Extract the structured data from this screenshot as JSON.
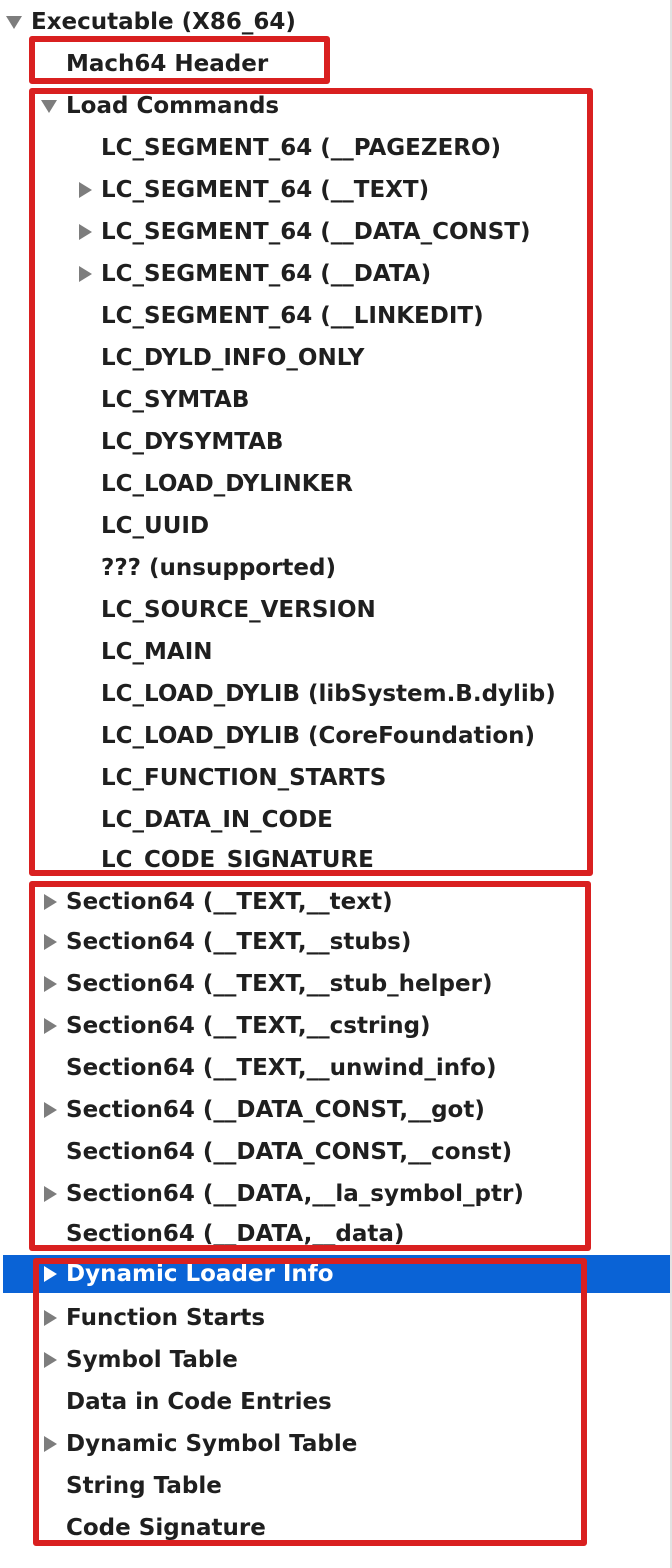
{
  "outline": {
    "root": {
      "label": "Executable  (X86_64)",
      "expanded": true
    },
    "items": [
      {
        "label": "Mach64 Header"
      },
      {
        "label": "Load Commands",
        "expanded": true
      },
      {
        "label": "LC_SEGMENT_64 (__PAGEZERO)"
      },
      {
        "label": "LC_SEGMENT_64 (__TEXT)",
        "expanded": false
      },
      {
        "label": "LC_SEGMENT_64 (__DATA_CONST)",
        "expanded": false
      },
      {
        "label": "LC_SEGMENT_64 (__DATA)",
        "expanded": false
      },
      {
        "label": "LC_SEGMENT_64 (__LINKEDIT)"
      },
      {
        "label": "LC_DYLD_INFO_ONLY"
      },
      {
        "label": "LC_SYMTAB"
      },
      {
        "label": "LC_DYSYMTAB"
      },
      {
        "label": "LC_LOAD_DYLINKER"
      },
      {
        "label": "LC_UUID"
      },
      {
        "label": "??? (unsupported)"
      },
      {
        "label": "LC_SOURCE_VERSION"
      },
      {
        "label": "LC_MAIN"
      },
      {
        "label": "LC_LOAD_DYLIB (libSystem.B.dylib)"
      },
      {
        "label": "LC_LOAD_DYLIB (CoreFoundation)"
      },
      {
        "label": "LC_FUNCTION_STARTS"
      },
      {
        "label": "LC_DATA_IN_CODE"
      },
      {
        "label": "LC_CODE_SIGNATURE"
      },
      {
        "label": "Section64 (__TEXT,__text)",
        "expanded": false
      },
      {
        "label": "Section64 (__TEXT,__stubs)",
        "expanded": false
      },
      {
        "label": "Section64 (__TEXT,__stub_helper)",
        "expanded": false
      },
      {
        "label": "Section64 (__TEXT,__cstring)",
        "expanded": false
      },
      {
        "label": "Section64 (__TEXT,__unwind_info)"
      },
      {
        "label": "Section64 (__DATA_CONST,__got)",
        "expanded": false
      },
      {
        "label": "Section64 (__DATA_CONST,__const)"
      },
      {
        "label": "Section64 (__DATA,__la_symbol_ptr)",
        "expanded": false
      },
      {
        "label": "Section64 (__DATA,__data)"
      },
      {
        "label": "Dynamic Loader Info",
        "expanded": false,
        "selected": true
      },
      {
        "label": "Function Starts",
        "expanded": false
      },
      {
        "label": "Symbol Table",
        "expanded": false
      },
      {
        "label": "Data in Code Entries"
      },
      {
        "label": "Dynamic Symbol Table",
        "expanded": false
      },
      {
        "label": "String Table"
      },
      {
        "label": "Code Signature"
      }
    ]
  },
  "colors": {
    "selection": "#0a63d6",
    "highlight_box": "#d92020",
    "disclosure": "#7d7d7d",
    "text": "#1f1f1f"
  }
}
